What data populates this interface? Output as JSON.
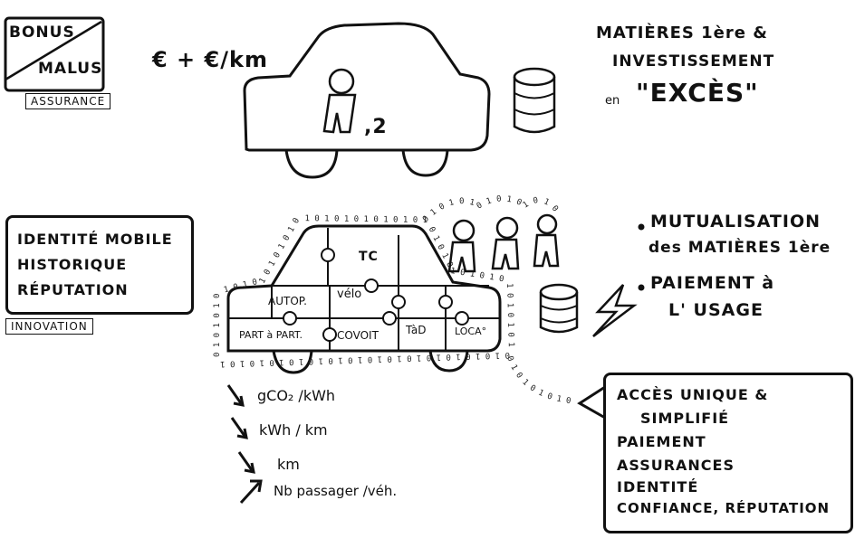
{
  "top_left": {
    "bonus": "BONUS",
    "malus": "MALUS",
    "assurance_tag": "ASSURANCE"
  },
  "euro_formula": "€ + €/km",
  "top_car": {
    "occupancy": ",2"
  },
  "top_right": {
    "line1": "MATIÈRES 1ère &",
    "line2": "INVESTISSEMENT",
    "line3_prefix": "en",
    "line3_main": "\"EXCÈS\""
  },
  "innovation_box": {
    "lines": [
      "IDENTITÉ MOBILE",
      "HISTORIQUE",
      "RÉPUTATION"
    ],
    "tag": "INNOVATION"
  },
  "puzzle_car": {
    "pieces": {
      "tc": "TC",
      "velo": "vélo",
      "autop": "AUTOP.",
      "part": "PART à PART.",
      "covoit": "COVOIT",
      "tad": "TàD",
      "loca": "LOCA°"
    }
  },
  "arrows_list": [
    {
      "dir": "down",
      "text": "gCO₂ /kWh"
    },
    {
      "dir": "down",
      "text": "kWh / km"
    },
    {
      "dir": "down",
      "text": "km"
    },
    {
      "dir": "up",
      "text": "Nb passager /véh."
    }
  ],
  "right_bullets": [
    {
      "line1": "MUTUALISATION",
      "line2": "des MATIÈRES 1ère"
    },
    {
      "line1": "PAIEMENT à",
      "line2": "L' USAGE"
    }
  ],
  "bottom_right_box": {
    "lines": [
      "ACCÈS UNIQUE &",
      "SIMPLIFIÉ",
      "PAIEMENT",
      "ASSURANCES",
      "IDENTITÉ",
      "CONFIANCE, RÉPUTATION"
    ]
  }
}
